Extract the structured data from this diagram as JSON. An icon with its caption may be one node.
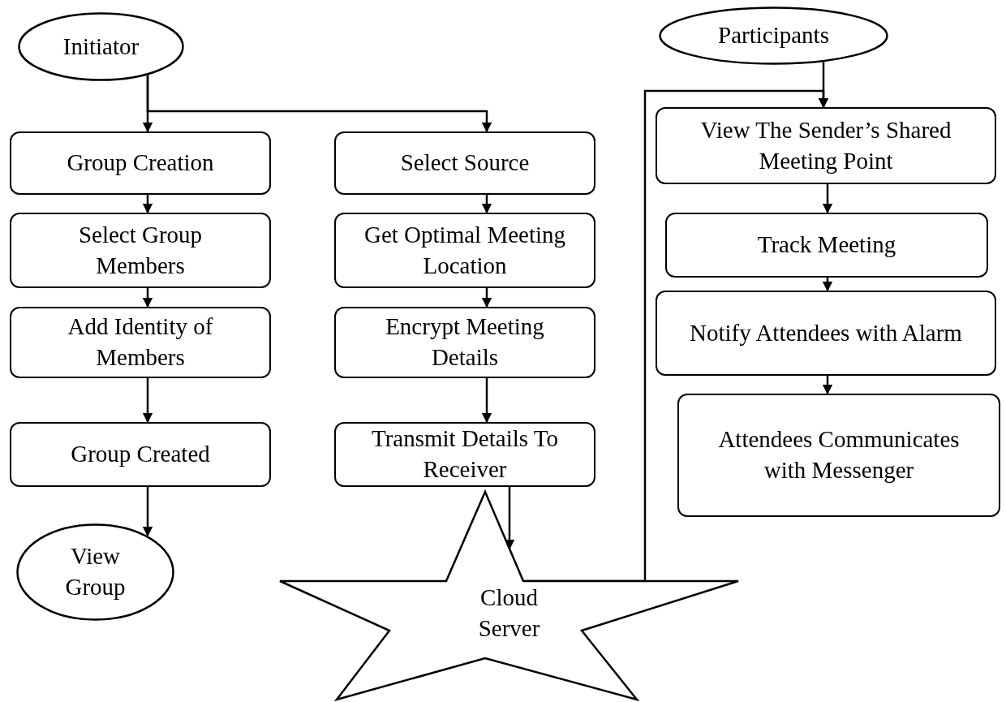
{
  "diagram": {
    "nodes": [
      {
        "text": [
          "Initiator"
        ]
      },
      {
        "text": [
          "Group Creation"
        ]
      },
      {
        "text": [
          "Select Group Members"
        ]
      },
      {
        "text": [
          "Add Identity of Members"
        ]
      },
      {
        "text": [
          "Group Created"
        ]
      },
      {
        "text": [
          "View Group"
        ]
      },
      {
        "text": [
          "Select Source"
        ]
      },
      {
        "text": [
          "Get Optimal Meeting Location"
        ]
      },
      {
        "text": [
          "Encrypt Meeting Details"
        ]
      },
      {
        "text": [
          "Transmit Details To Receiver"
        ]
      },
      {
        "text": [
          "Cloud Server"
        ]
      },
      {
        "text": [
          "Participants"
        ]
      },
      {
        "text": [
          "View The Sender’s Shared Meeting Point"
        ]
      },
      {
        "text": [
          "Track Meeting"
        ]
      },
      {
        "text": [
          "Notify Attendees with Alarm"
        ]
      },
      {
        "text": [
          "Attendees Communicates with Messenger"
        ]
      }
    ],
    "edges": [
      {
        "from": 0,
        "to": 1,
        "arrow": "to"
      },
      {
        "from": 0,
        "to": 6,
        "arrow": "to"
      },
      {
        "from": 1,
        "to": 2,
        "arrow": "to"
      },
      {
        "from": 2,
        "to": 3,
        "arrow": "to"
      },
      {
        "from": 3,
        "to": 4,
        "arrow": "to"
      },
      {
        "from": 4,
        "to": 5,
        "arrow": "to"
      },
      {
        "from": 6,
        "to": 7,
        "arrow": "to"
      },
      {
        "from": 7,
        "to": 8,
        "arrow": "to"
      },
      {
        "from": 8,
        "to": 9,
        "arrow": "to"
      },
      {
        "from": 9,
        "to": 10,
        "arrow": "to"
      },
      {
        "from": 10,
        "to": 12,
        "arrow": "to"
      },
      {
        "from": 11,
        "to": 12,
        "arrow": "to"
      },
      {
        "from": 12,
        "to": 13,
        "arrow": "to"
      },
      {
        "from": 13,
        "to": 14,
        "arrow": "to"
      },
      {
        "from": 14,
        "to": 15,
        "arrow": "to"
      }
    ]
  }
}
